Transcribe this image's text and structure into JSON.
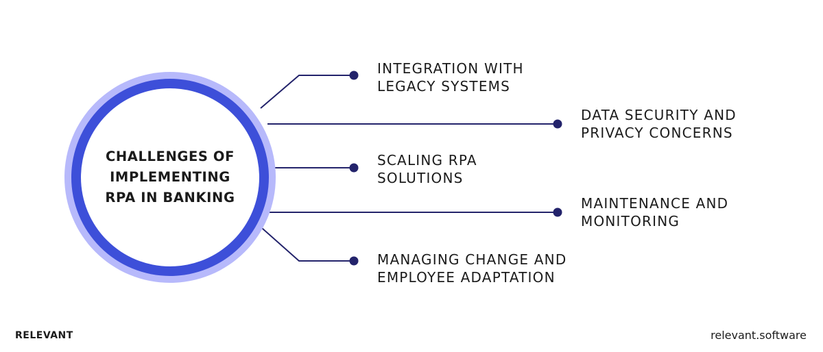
{
  "diagram": {
    "center_title": "CHALLENGES OF\nIMPLEMENTING\nRPA IN BANKING",
    "items": [
      "INTEGRATION WITH\nLEGACY SYSTEMS",
      "DATA SECURITY AND\nPRIVACY CONCERNS",
      "SCALING RPA\nSOLUTIONS",
      "MAINTENANCE AND\nMONITORING",
      "MANAGING CHANGE AND\nEMPLOYEE ADAPTATION"
    ],
    "colors": {
      "ring": "#3d4fd9",
      "halo": "#b7b9fb",
      "connector": "#23236b",
      "text": "#1b1b1b"
    }
  },
  "footer": {
    "brand": "RELEVANT",
    "site": "relevant.software"
  }
}
